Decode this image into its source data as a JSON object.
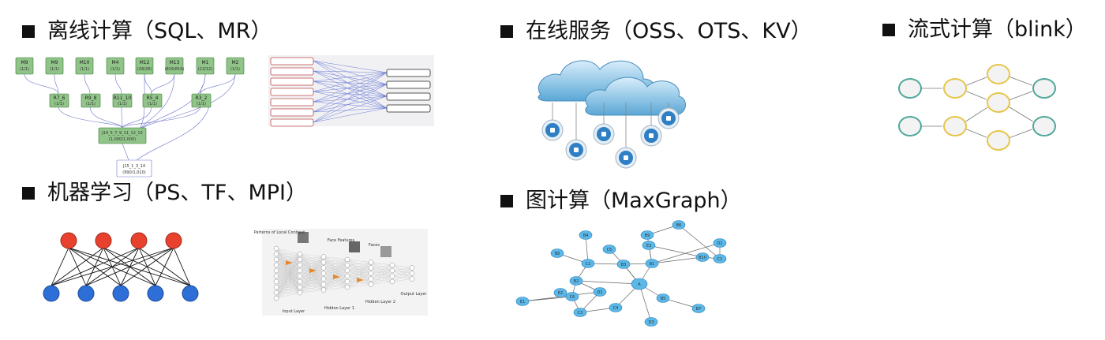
{
  "sections": {
    "offline": {
      "heading": "离线计算（SQL、MR）"
    },
    "online": {
      "heading": "在线服务（OSS、OTS、KV）"
    },
    "stream": {
      "heading": "流式计算（blink）"
    },
    "ml": {
      "heading": "机器学习（PS、TF、MPI）"
    },
    "graph": {
      "heading": "图计算（MaxGraph）"
    }
  },
  "mr_dag": {
    "top": [
      {
        "name": "M9",
        "count": "(1/1)"
      },
      {
        "name": "M9",
        "count": "(1/1)"
      },
      {
        "name": "M10",
        "count": "(1/1)"
      },
      {
        "name": "M4",
        "count": "(1/1)"
      },
      {
        "name": "M12",
        "count": "(28/28)"
      },
      {
        "name": "M13",
        "count": "(816/816)"
      },
      {
        "name": "M1",
        "count": "(12/12)"
      },
      {
        "name": "M2",
        "count": "(1/1)"
      }
    ],
    "mid": [
      {
        "name": "R7_6",
        "count": "(1/1)"
      },
      {
        "name": "R9_8",
        "count": "(1/1)"
      },
      {
        "name": "R11_10",
        "count": "(1/1)"
      },
      {
        "name": "R5_4",
        "count": "(1/1)"
      },
      {
        "name": "R3_2",
        "count": "(1/1)"
      }
    ],
    "join": {
      "name": "J14_5_7_9_11_12_13",
      "count": "(1,000/1,000)"
    },
    "final": {
      "name": "J15_1_3_14",
      "count": "(990/1,010)"
    }
  },
  "deep_net": {
    "text_patterns": "Patterns of Local Contrast",
    "text_face_features": "Face Features",
    "text_faces": "Faces",
    "input_layer": "Input Layer",
    "hidden1": "Hidden Layer 1",
    "hidden2": "Hidden Layer 2",
    "output_layer": "Output Layer"
  },
  "graph_nodes": [
    "B4",
    "C5",
    "B8",
    "C2",
    "B3",
    "B2",
    "C6",
    "C3",
    "A",
    "B1",
    "B5",
    "B7",
    "B6",
    "E1",
    "C4",
    "B9",
    "B10",
    "C1",
    "D1",
    "E3",
    "E2",
    "D2",
    "D3"
  ],
  "colors": {
    "dag_box": "#90c488",
    "dag_border": "#3c7a36",
    "cloud": "#9fd1ea",
    "stream_teal": "#4fa89b",
    "stream_gold": "#e6c548",
    "nn_red": "#e8422e",
    "nn_blue": "#2d6fd6",
    "graph_node": "#5bb8e8"
  }
}
